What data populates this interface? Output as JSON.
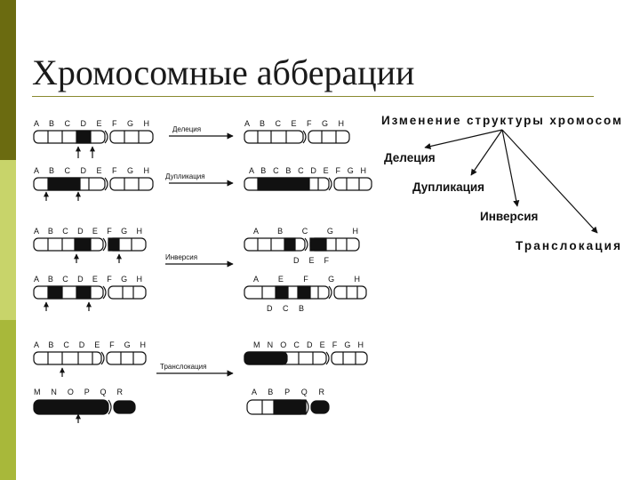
{
  "slide": {
    "title": "Хромосомные абберации",
    "colors": {
      "sidebar_top": "#6b6b10",
      "sidebar_mid": "#c8d46a",
      "sidebar_bottom": "#a8b83a",
      "rule": "#8a8a30"
    }
  },
  "diagram": {
    "rows": {
      "deletion_before": "A B C D E F G H",
      "deletion_after": "A B C E F G H",
      "duplication_before": "A B C D E F G H",
      "duplication_after": "A B C B C D E F G H",
      "inversion1_before": "A B C D E F G H",
      "inversion1_after_top": "A B C G H",
      "inversion1_after_bottom": "D E F",
      "inversion2_before": "A B C D E F G H",
      "inversion2_after_top": "A E F G H",
      "inversion2_after_bottom": "D C B",
      "transloc_before_1": "A B C D E F G H",
      "transloc_before_2": "M N O P Q R",
      "transloc_after_1": "M N O C D E F G H",
      "transloc_after_2": "A B P Q R"
    },
    "arrows": {
      "deletion": "Делеция",
      "duplication": "Дупликация",
      "inversion": "Инверсия",
      "translocation": "Транслокация"
    },
    "scheme": {
      "root": "Изменение структуры хромосом",
      "deletion": "Делеция",
      "duplication": "Дупликация",
      "inversion": "Инверсия",
      "translocation": "Транслокация"
    }
  }
}
